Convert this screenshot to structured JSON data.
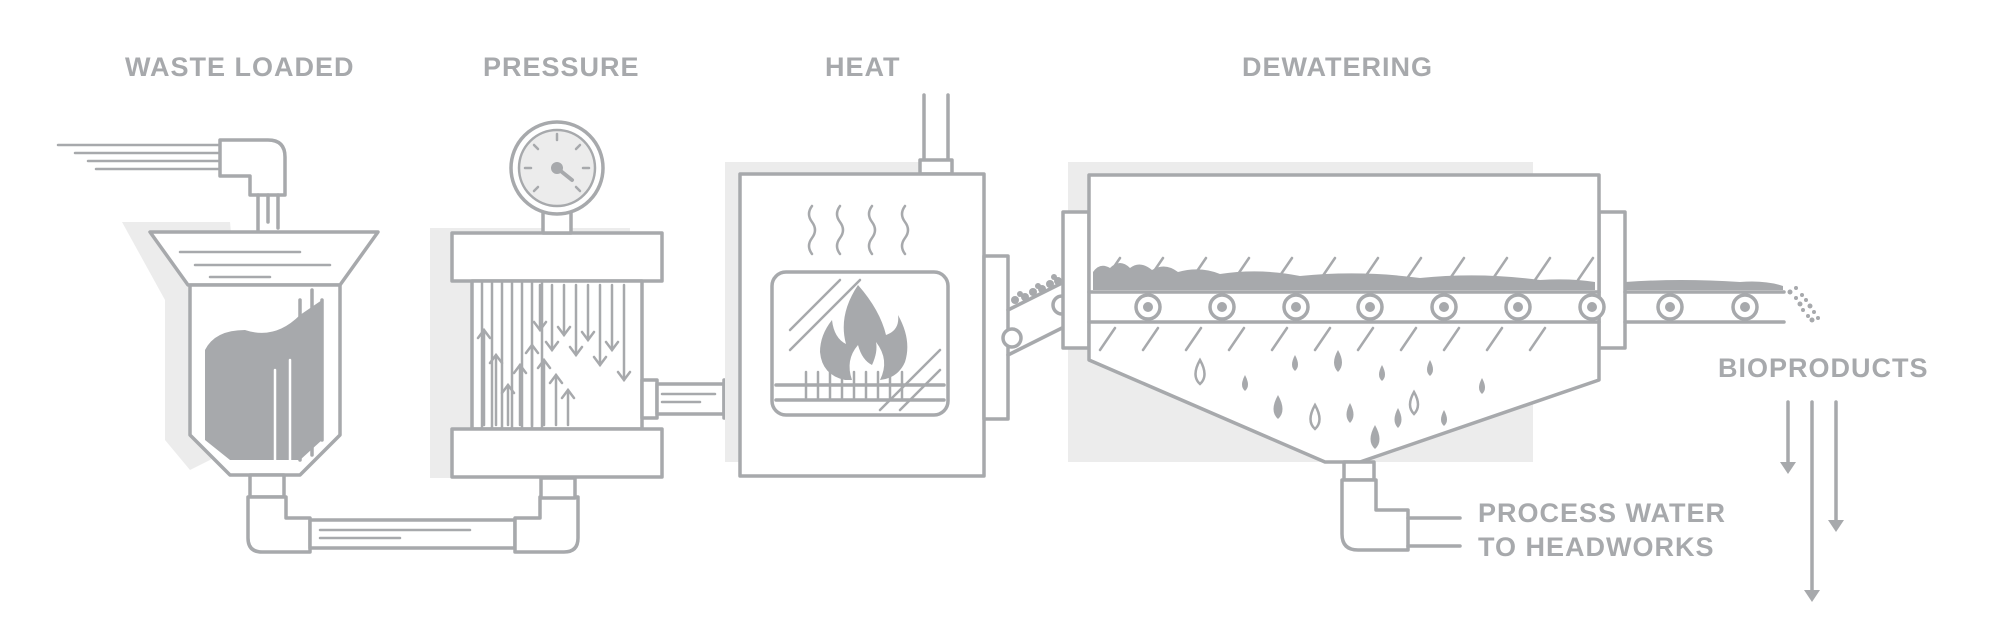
{
  "stages": {
    "waste_loaded": "WASTE LOADED",
    "pressure": "PRESSURE",
    "heat": "HEAT",
    "dewatering": "DEWATERING"
  },
  "outputs": {
    "bioproducts": "BIOPRODUCTS",
    "process_water_line1": "PROCESS WATER",
    "process_water_line2": "TO HEADWORKS"
  },
  "colors": {
    "line": "#a7a9ac",
    "shade": "#ececec",
    "background": "#ffffff"
  },
  "icons": [
    "hopper-icon",
    "pipe-elbow-icon",
    "pressure-gauge-icon",
    "pressure-vessel-icon",
    "flame-icon",
    "oven-icon",
    "conveyor-icon",
    "water-drop-icon",
    "down-arrow-icon"
  ]
}
